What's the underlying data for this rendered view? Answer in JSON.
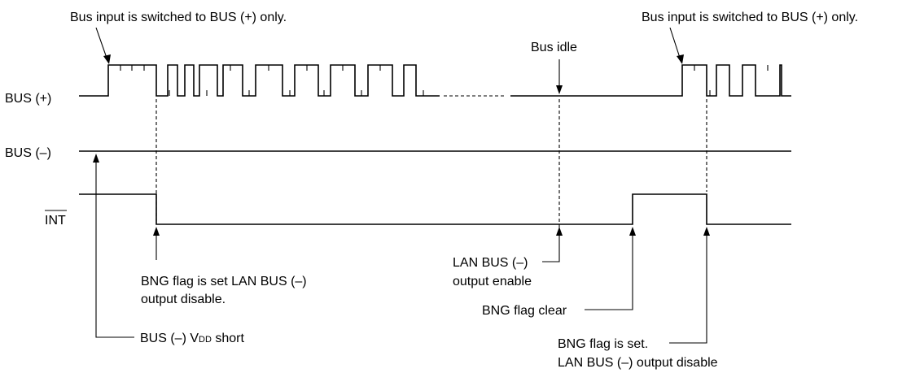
{
  "signals": {
    "bus_plus": "BUS (+)",
    "bus_minus": "BUS (–)",
    "int": "INT"
  },
  "annotations": {
    "switch_left": "Bus input is switched to BUS (+) only.",
    "switch_right": "Bus input is switched to BUS (+) only.",
    "bus_idle": "Bus idle",
    "bng_set_line1": "BNG flag is set LAN BUS (–)",
    "bng_set_line2": "output disable.",
    "lan_enable_line1": "LAN BUS (–)",
    "lan_enable_line2": "output enable",
    "bng_clear": "BNG flag clear",
    "short_prefix": "BUS (–) V",
    "short_sub": "DD",
    "short_suffix": " short",
    "bng_set2_line1": "BNG flag is set.",
    "bng_set2_line2": "LAN BUS (–) output disable"
  }
}
